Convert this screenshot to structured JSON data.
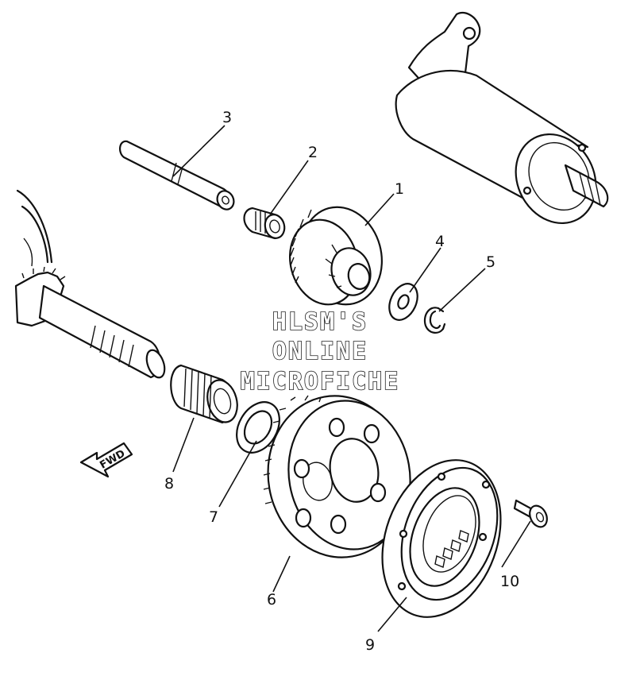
{
  "watermark": {
    "line1": "HLSM'S",
    "line2": "ONLINE",
    "line3": "MICROFICHE"
  },
  "direction_arrow": {
    "label": "FWD"
  },
  "callouts": {
    "c1": "1",
    "c2": "2",
    "c3": "3",
    "c4": "4",
    "c5": "5",
    "c6": "6",
    "c7": "7",
    "c8": "8",
    "c9": "9",
    "c10": "10"
  }
}
